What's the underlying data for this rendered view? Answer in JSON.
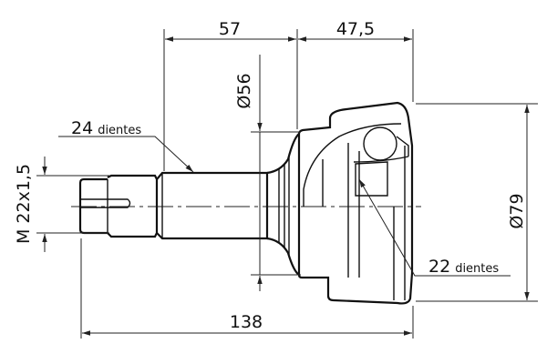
{
  "drawing": {
    "dim_shaft_length": "57",
    "dim_housing_length": "47,5",
    "dim_diameter_neck": "Ø56",
    "dim_diameter_housing": "Ø79",
    "dim_total_length": "138",
    "dim_thread": "M 22x1,5",
    "spline_outer": {
      "count": "24",
      "unit": "dientes"
    },
    "spline_inner": {
      "count": "22",
      "unit": "dientes"
    }
  }
}
